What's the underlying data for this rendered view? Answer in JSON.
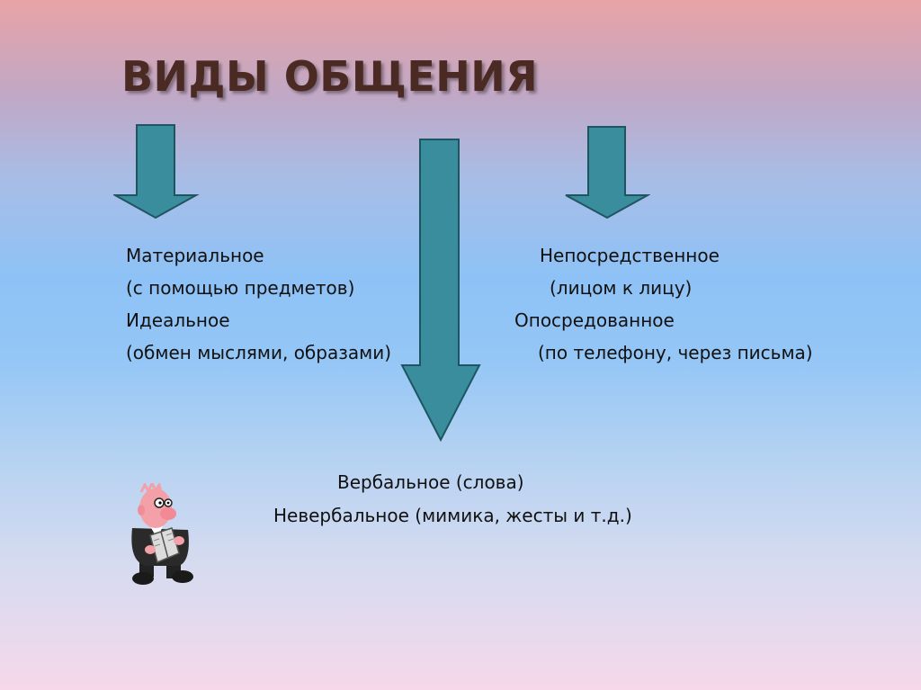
{
  "title": "ВИДЫ ОБЩЕНИЯ",
  "colors": {
    "arrow_fill": "#3a8d9d",
    "arrow_stroke": "#1f5560",
    "title_text": "#4a2a22"
  },
  "left_column": {
    "line1": "Материальное",
    "line2": "(с помощью предметов)",
    "line3": "Идеальное",
    "line4": "(обмен мыслями, образами)"
  },
  "right_column": {
    "line1": "Непосредственное",
    "line2": "(лицом к лицу)",
    "line3": "Опосредованное",
    "line4": "(по телефону, через письма)"
  },
  "bottom": {
    "line1": "Вербальное (слова)",
    "line2": "Невербальное (мимика, жесты и т.д.)"
  },
  "icons": {
    "arrow": "down-arrow-icon",
    "mascot": "reading-character-icon"
  }
}
